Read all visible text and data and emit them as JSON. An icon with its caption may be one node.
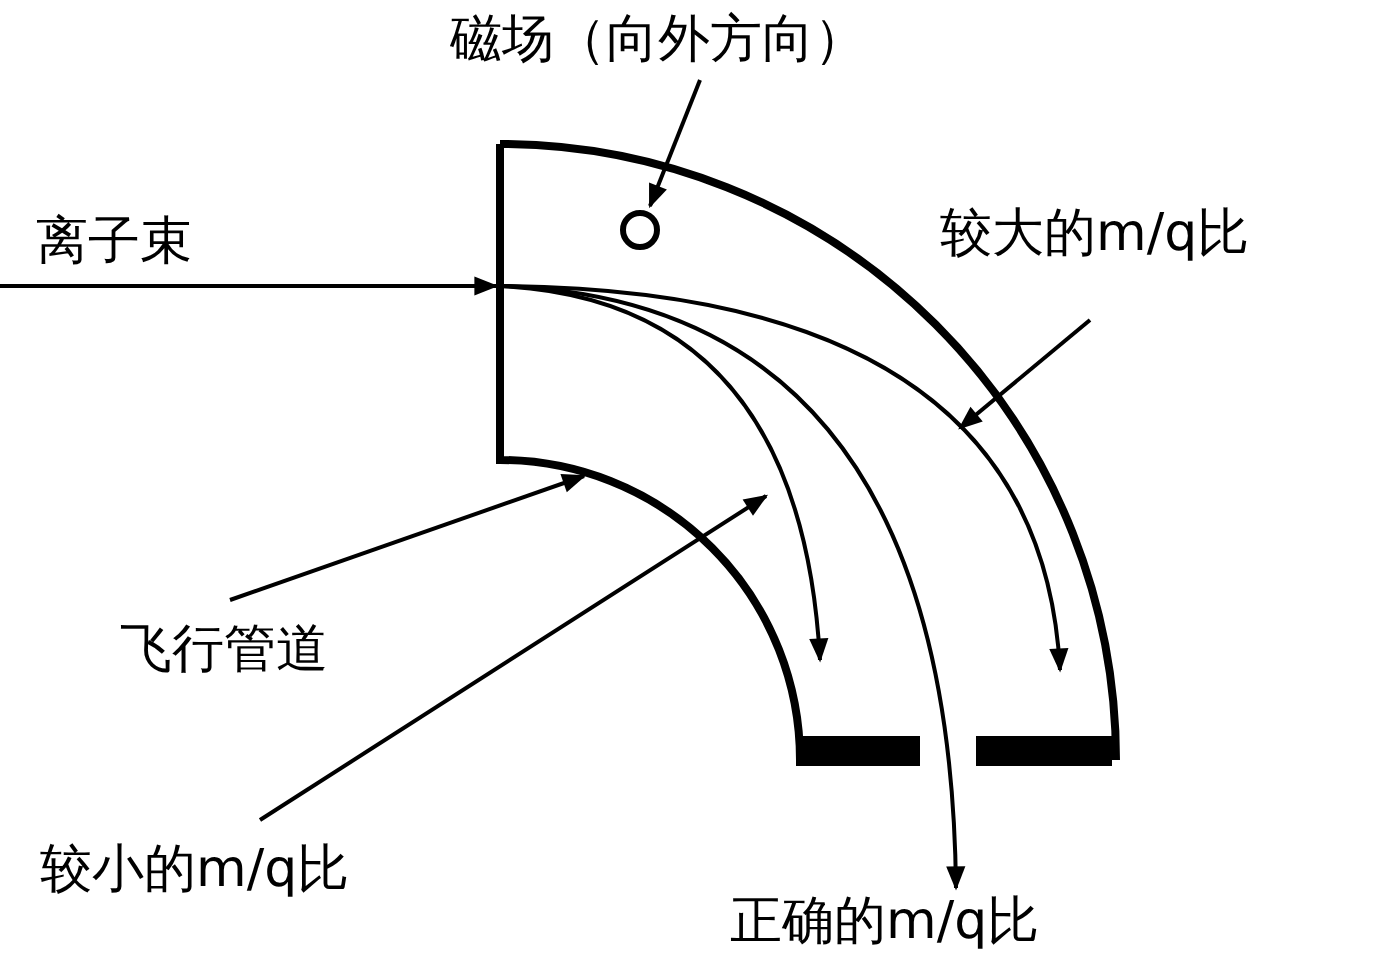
{
  "diagram": {
    "nodes": [
      {
        "text": [
          "磁场（向外方向）"
        ]
      },
      {
        "text": [],
        "shape": "tube"
      },
      {
        "text": [],
        "shape": "circle",
        "in": 1
      },
      {
        "text": [
          "较大的m/q比"
        ]
      },
      {
        "text": [
          "飞行管道"
        ]
      },
      {
        "text": [
          "较小的m/q比"
        ]
      },
      {
        "text": [
          "正确的m/q比"
        ]
      }
    ],
    "edges": [
      {
        "from": 0,
        "to": 2,
        "arrow": "to"
      },
      {
        "from": null,
        "to": 1,
        "arrow": "to",
        "label": "离子束"
      },
      {
        "from": 3,
        "to": 1,
        "arrow": "to"
      },
      {
        "from": 4,
        "to": 1,
        "arrow": "to"
      },
      {
        "from": 5,
        "to": 1,
        "arrow": "to"
      },
      {
        "from": 1,
        "to": 6,
        "arrow": "to"
      }
    ]
  }
}
